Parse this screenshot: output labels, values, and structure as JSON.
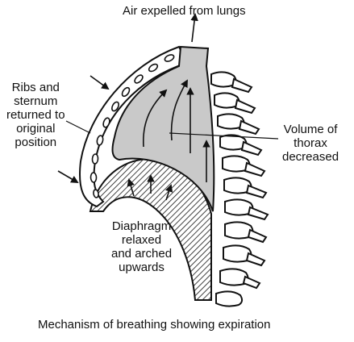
{
  "labels": {
    "top": "Air expelled from lungs",
    "ribs": "Ribs and\nsternum\nreturned to\noriginal\nposition",
    "volume": "Volume of\nthorax\ndecreased",
    "diaphragm": "Diaphragm\nrelaxed\nand arched\nupwards",
    "caption": "Mechanism of breathing showing expiration"
  },
  "colors": {
    "lung_fill": "#c9c9c9",
    "ink": "#111111"
  }
}
